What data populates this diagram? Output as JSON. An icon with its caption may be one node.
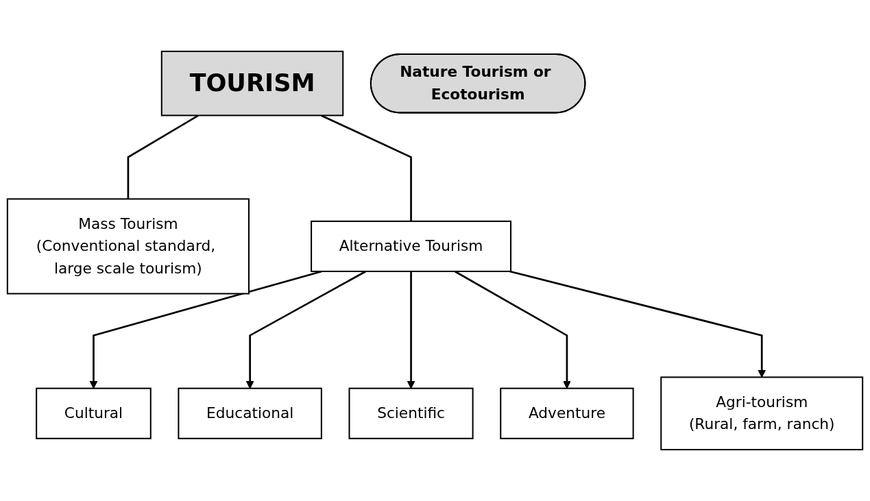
{
  "diagram": {
    "nodes": [
      {
        "text": [
          "TOURISM"
        ]
      },
      {
        "text": [
          "Mass Tourism",
          "(Conventional standard, large scale tourism)"
        ]
      },
      {
        "text": [
          "Alternative Tourism"
        ]
      },
      {
        "text": [
          "Cultural"
        ]
      },
      {
        "text": [
          "Educational"
        ]
      },
      {
        "text": [
          "Scientific"
        ]
      },
      {
        "text": [
          "Adventure"
        ]
      },
      {
        "text": [
          "Agri-tourism",
          "(Rural, farm, ranch)"
        ]
      },
      {
        "text": [
          "Nature Tourism or Ecotourism"
        ]
      }
    ],
    "edges": [
      {
        "from": 0,
        "to": 1,
        "arrow": "none"
      },
      {
        "from": 0,
        "to": 2,
        "arrow": "none"
      },
      {
        "from": 2,
        "to": 3,
        "arrow": "to"
      },
      {
        "from": 2,
        "to": 4,
        "arrow": "to"
      },
      {
        "from": 2,
        "to": 5,
        "arrow": "to"
      },
      {
        "from": 2,
        "to": 6,
        "arrow": "to"
      },
      {
        "from": 2,
        "to": 7,
        "arrow": "to"
      }
    ]
  }
}
